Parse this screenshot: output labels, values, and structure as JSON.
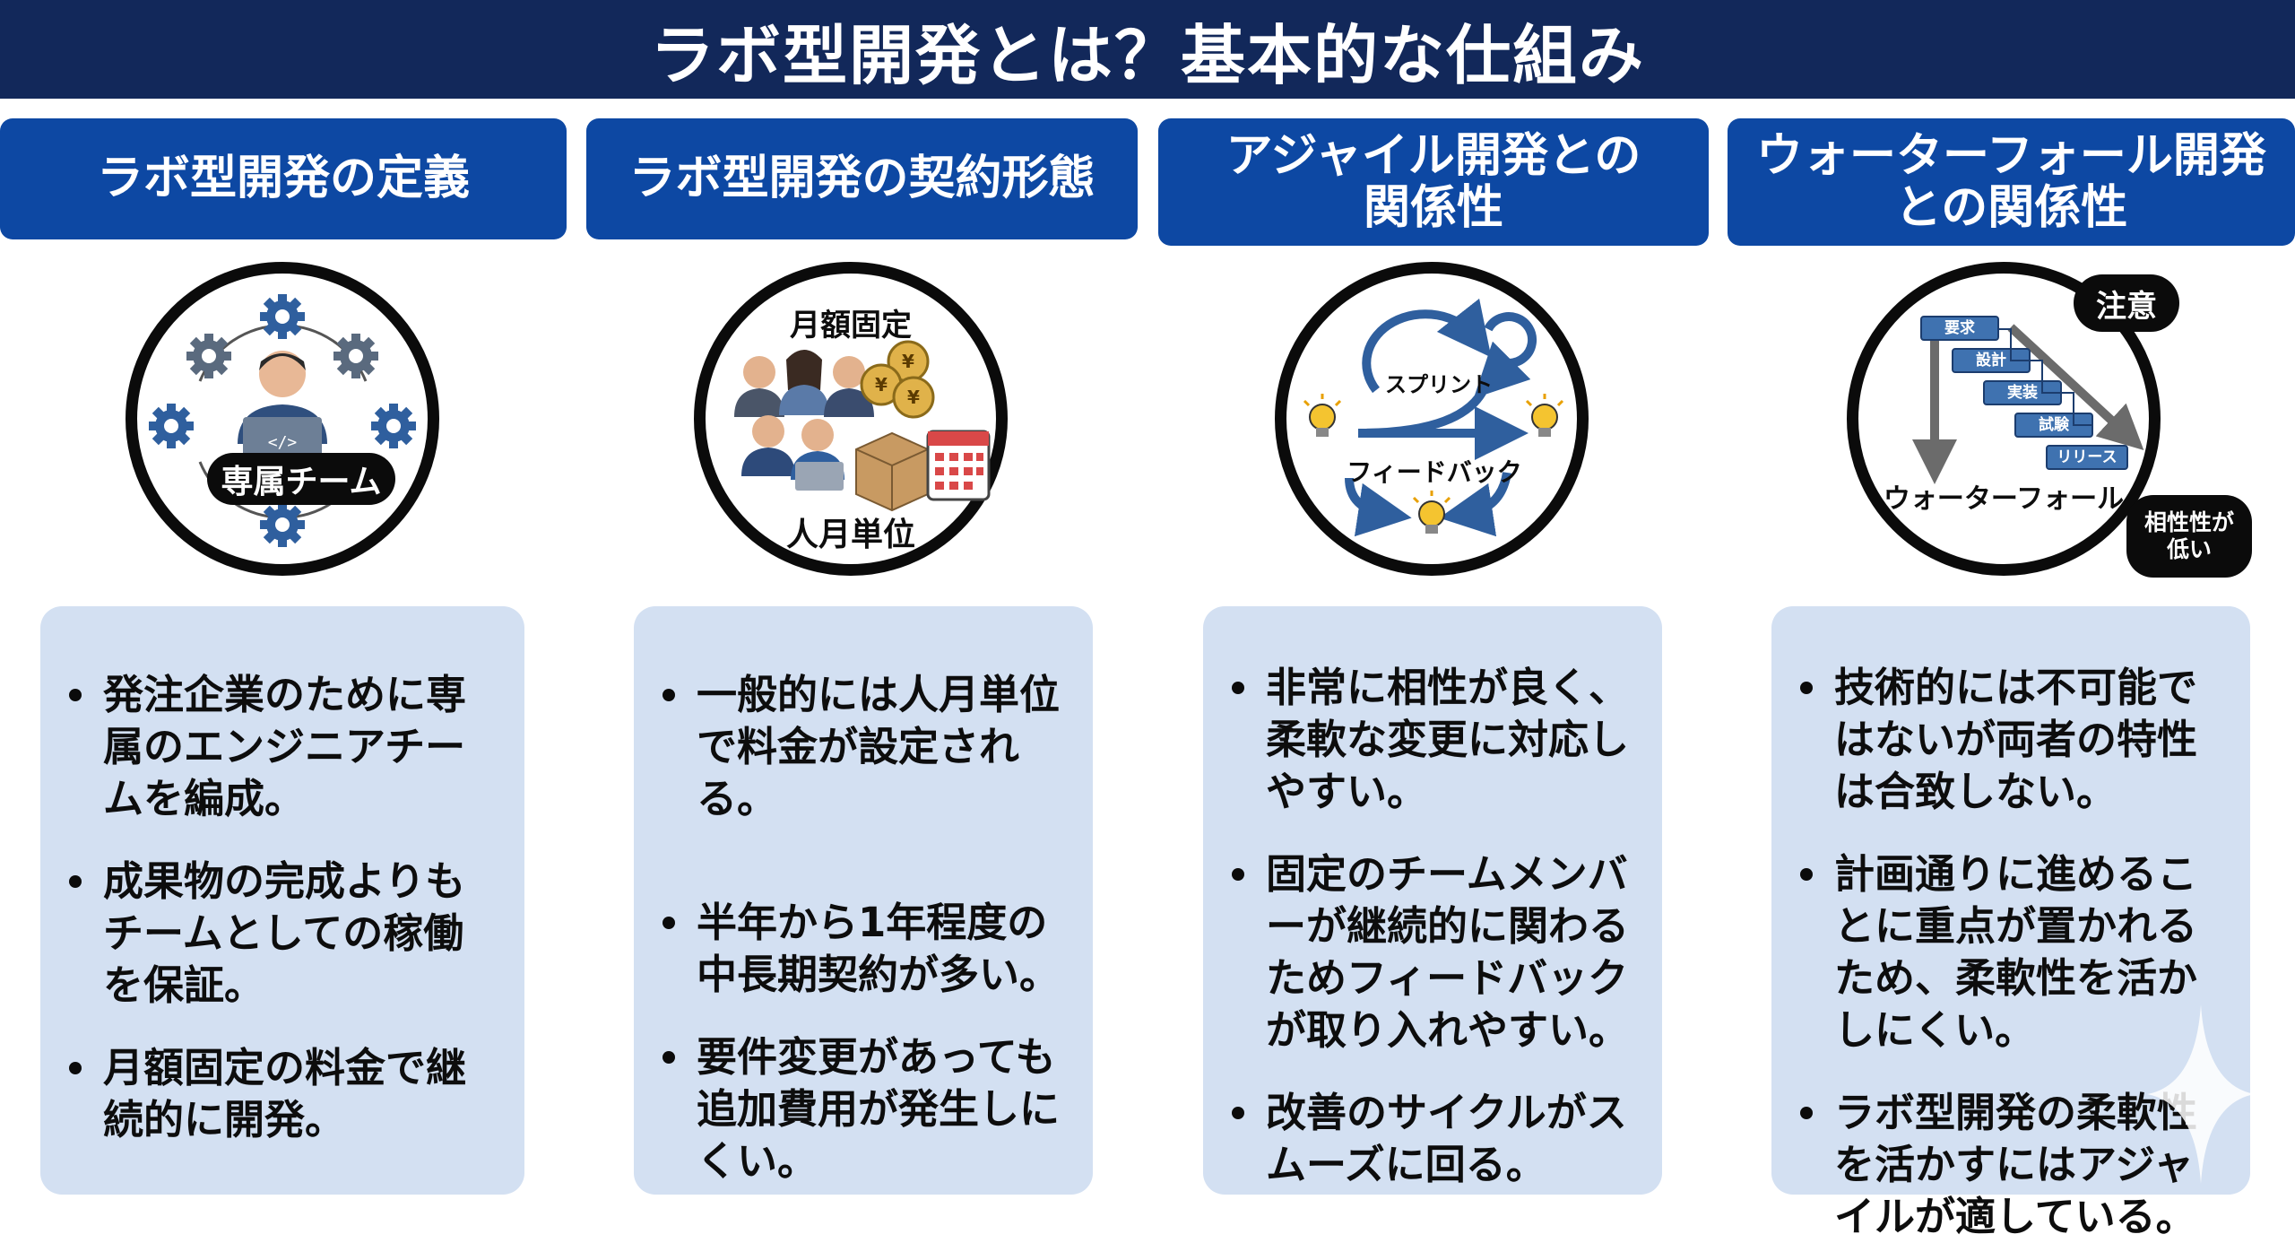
{
  "title": "ラボ型開発とは？基本的な仕組み",
  "columns": [
    {
      "header": "ラボ型開発の定義",
      "badge": "専属チーム",
      "icon": "team-gears-icon",
      "bullets": [
        "発注企業のために専属のエンジニアチームを編成。",
        "成果物の完成よりもチームとしての稼働を保証。",
        "月額固定の料金で継続的に開発。"
      ]
    },
    {
      "header": "ラボ型開発の契約形態",
      "label_top": "月額固定",
      "label_bottom": "人月単位",
      "icon": "contract-people-coins-icon",
      "bullets": [
        "一般的には人月単位で料金が設定される。",
        "半年から1年程度の中長期契約が多い。",
        "要件変更があっても追加費用が発生しにくい。"
      ]
    },
    {
      "header_line1": "アジャイル開発との",
      "header_line2": "関係性",
      "label_sprint": "スプリント",
      "label_feedback": "フィードバック",
      "icon": "agile-cycle-icon",
      "bullets": [
        "非常に相性が良く、柔軟な変更に対応しやすい。",
        "固定のチームメンバーが継続的に関わるためフィードバックが取り入れやすい。",
        "改善のサイクルがスムーズに回る。"
      ]
    },
    {
      "header_line1": "ウォーターフォール開発",
      "header_line2": "との関係性",
      "badge_note": "注意",
      "badge_low_line1": "相性性が",
      "badge_low_line2": "低い",
      "label_waterfall": "ウォーターフォール",
      "steps": [
        "要求",
        "設計",
        "実装",
        "試験",
        "リリース"
      ],
      "icon": "waterfall-steps-icon",
      "bullets": [
        "技術的には不可能ではないが両者の特性は合致しない。",
        "計画通りに進めることに重点が置かれるため、柔軟性を活かしにくい。",
        "ラボ型開発の柔軟性を活かすにはアジャイルが適している。"
      ]
    }
  ]
}
